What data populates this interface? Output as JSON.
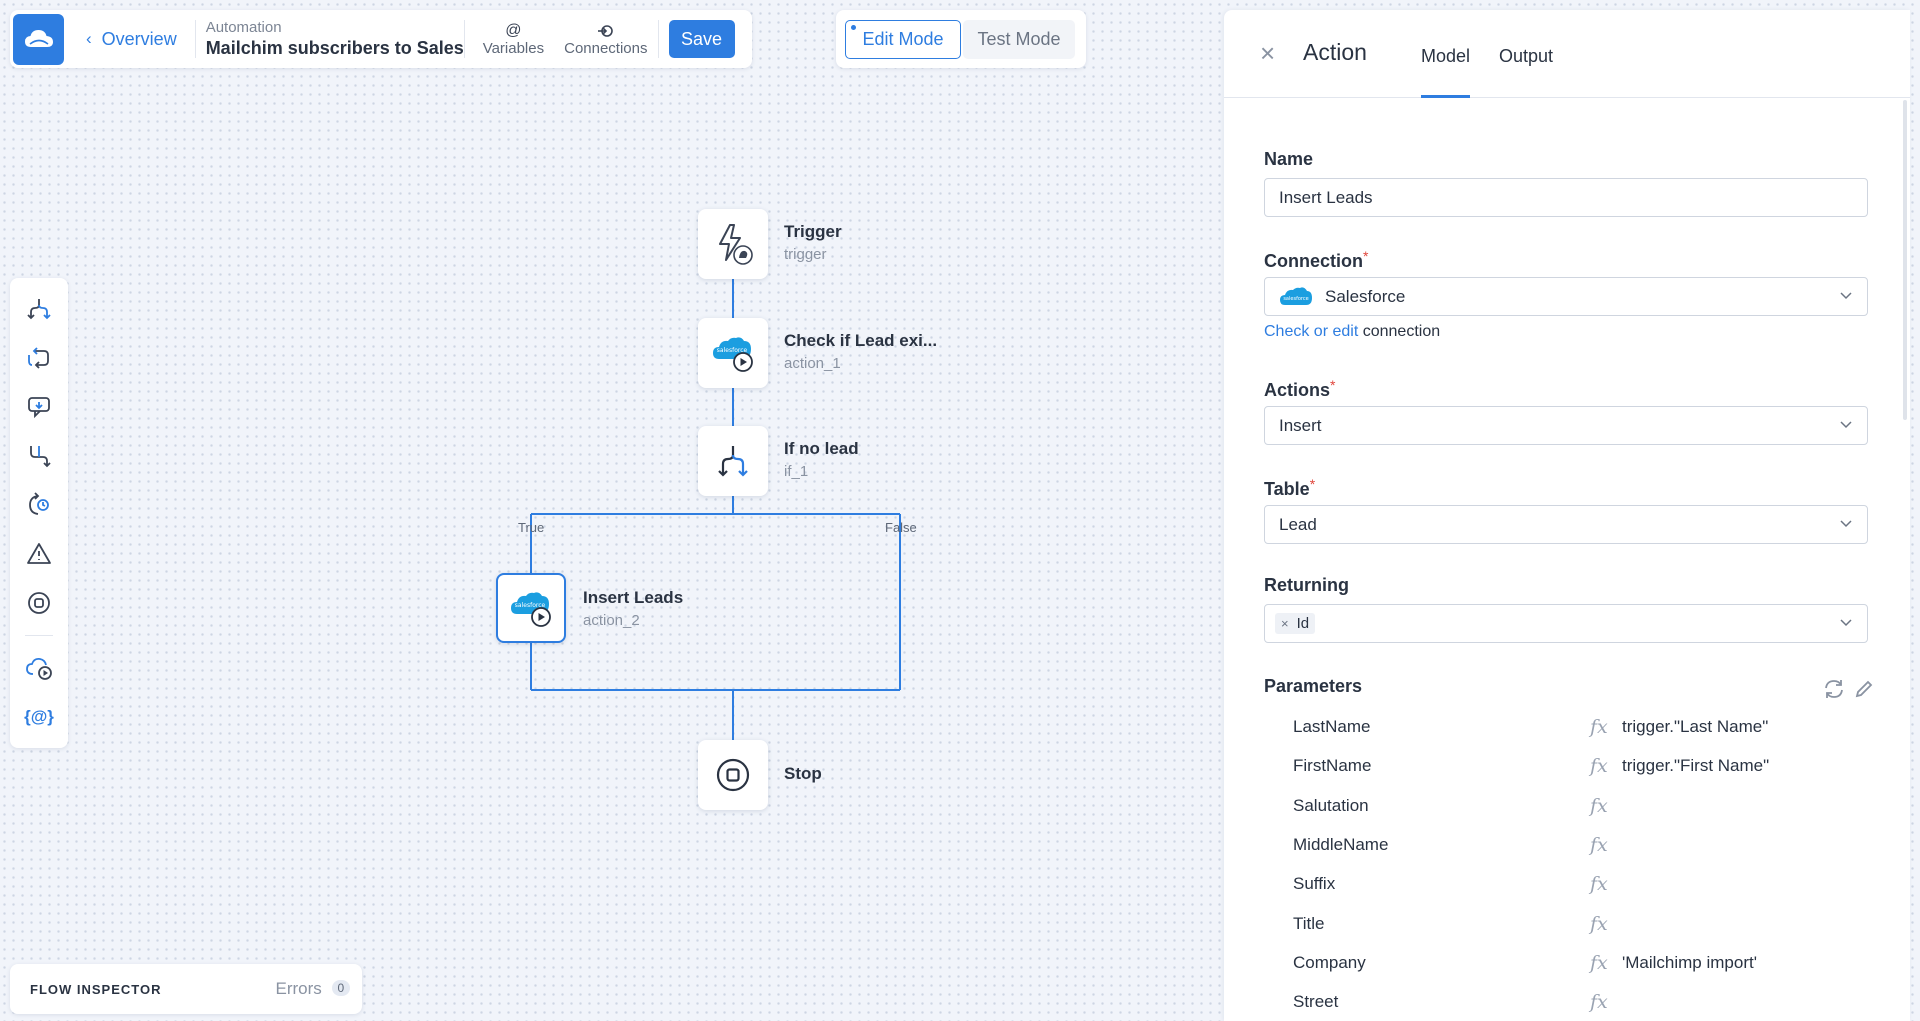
{
  "toolbar": {
    "back_label": "Overview",
    "section_label": "Automation",
    "automation_title": "Mailchim subscribers to Salesf...",
    "variables_label": "Variables",
    "connections_label": "Connections",
    "save_label": "Save",
    "variables_icon": "@"
  },
  "modes": {
    "edit_label": "Edit Mode",
    "test_label": "Test Mode",
    "active": "edit"
  },
  "toolbox": {
    "items": [
      "if-branch-icon",
      "loop-icon",
      "message-icon",
      "merge-icon",
      "refresh-icon",
      "warning-icon",
      "stop-icon",
      "cloud-run-icon",
      "variables-icon"
    ],
    "variables_glyph": "{@}"
  },
  "inspector": {
    "title": "FLOW INSPECTOR",
    "errors_label": "Errors",
    "errors_count": "0"
  },
  "flow": {
    "nodes": [
      {
        "title": "Trigger",
        "id": "trigger"
      },
      {
        "title": "Check if Lead exi...",
        "id": "action_1"
      },
      {
        "title": "If no lead",
        "id": "if_1"
      },
      {
        "title": "Insert Leads",
        "id": "action_2"
      },
      {
        "title": "Stop",
        "id": ""
      }
    ],
    "true_label": "True",
    "false_label": "False",
    "salesforce_logo_text": "salesforce"
  },
  "panel": {
    "title": "Action",
    "tabs": [
      {
        "label": "Model",
        "active": true
      },
      {
        "label": "Output",
        "active": false
      }
    ],
    "name_label": "Name",
    "name_value": "Insert Leads",
    "connection_label": "Connection",
    "connection_value": "Salesforce",
    "check_link": "Check or edit",
    "check_suffix": "connection",
    "actions_label": "Actions",
    "actions_value": "Insert",
    "table_label": "Table",
    "table_value": "Lead",
    "returning_label": "Returning",
    "returning_chips": [
      "Id"
    ],
    "parameters_label": "Parameters",
    "required_mark": "*",
    "fx_glyph": "fx",
    "parameters": [
      {
        "name": "LastName",
        "value": "trigger.\"Last Name\""
      },
      {
        "name": "FirstName",
        "value": "trigger.\"First Name\""
      },
      {
        "name": "Salutation",
        "value": ""
      },
      {
        "name": "MiddleName",
        "value": ""
      },
      {
        "name": "Suffix",
        "value": ""
      },
      {
        "name": "Title",
        "value": ""
      },
      {
        "name": "Company",
        "value": "'Mailchimp import'"
      },
      {
        "name": "Street",
        "value": ""
      }
    ]
  },
  "colors": {
    "accent": "#2e7de0",
    "salesforce": "#1b9ee0",
    "required": "#e0453b"
  }
}
